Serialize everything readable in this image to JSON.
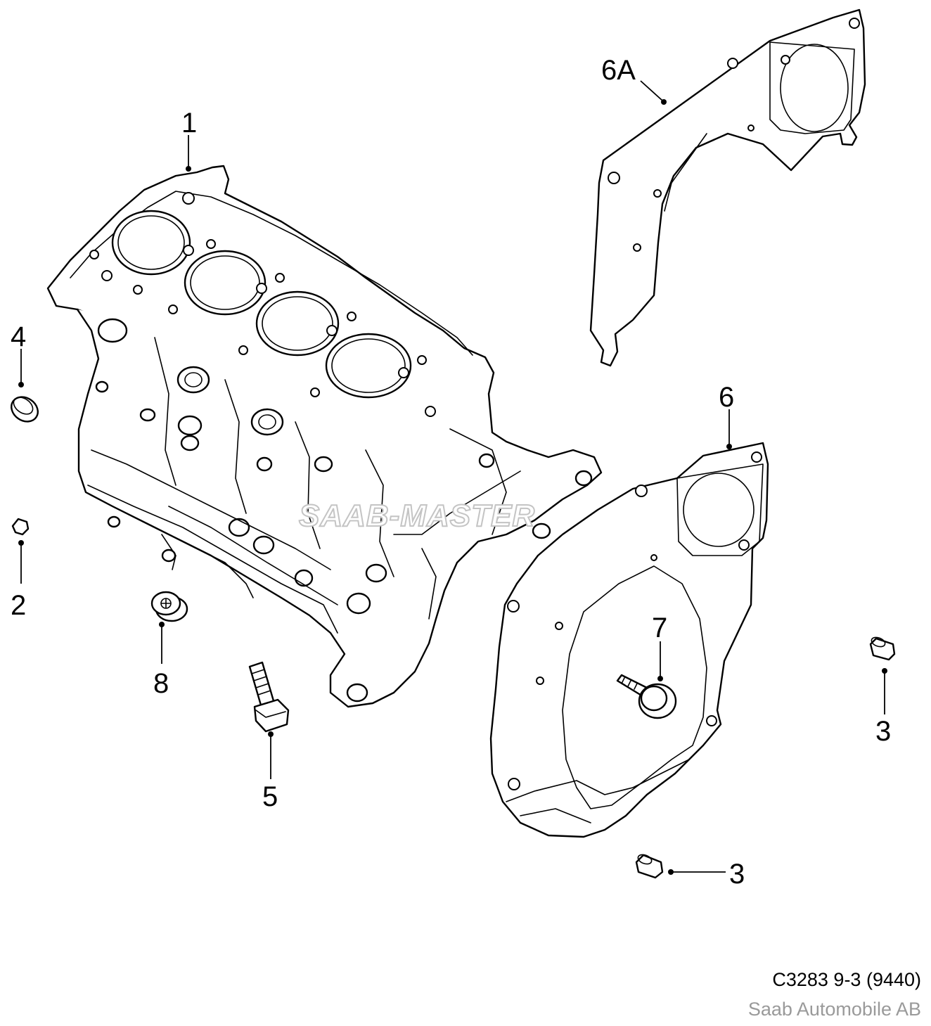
{
  "callouts": {
    "c1": "1",
    "c2": "2",
    "c3a": "3",
    "c3b": "3",
    "c4": "4",
    "c5": "5",
    "c6": "6",
    "c6a": "6A",
    "c7": "7",
    "c8": "8"
  },
  "watermark": "SAAB-MASTER",
  "footer": {
    "reference": "C3283 9-3 (9440)",
    "company": "Saab Automobile AB"
  }
}
